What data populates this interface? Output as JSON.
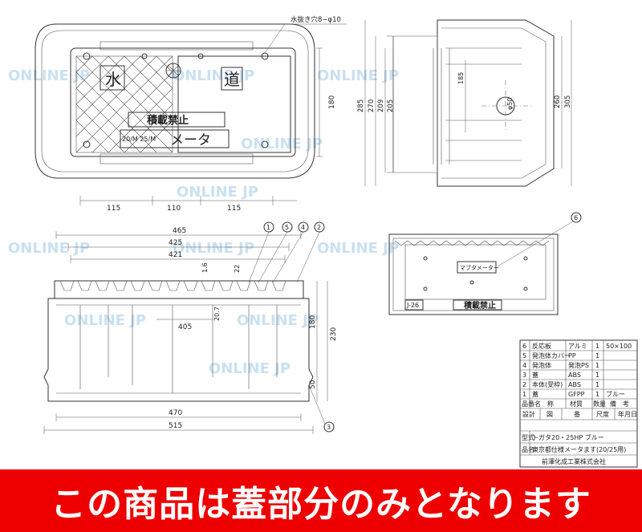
{
  "top_view": {
    "drain_hole_note": "水抜き穴8−φ10",
    "lid_chars": [
      "水",
      "道"
    ],
    "no_load_label": "積載禁止",
    "meter_label": "メータ",
    "size_label": "20/M 25/M",
    "dims_bottom": [
      "115",
      "110",
      "115"
    ],
    "dim_right": "180"
  },
  "side_view": {
    "dims_left": [
      "285",
      "270",
      "209",
      "205"
    ],
    "dims_right": [
      "260",
      "305"
    ],
    "dim_center": "185",
    "phi_label": "φ50"
  },
  "front_view": {
    "dims_top": [
      "465",
      "425",
      "421"
    ],
    "dims_inner": [
      "1.6",
      "22",
      "20.7",
      "405"
    ],
    "dims_right": [
      "180",
      "230",
      "50"
    ],
    "dims_bottom": [
      "470",
      "515"
    ],
    "callouts": [
      "1",
      "5",
      "4",
      "2",
      "3"
    ]
  },
  "bottom_view": {
    "callout": "6",
    "tag_label": "J-26",
    "no_load_label": "積載禁止",
    "center_label": "マブタメーター"
  },
  "parts_table": {
    "rows": [
      {
        "no": "6",
        "name": "反応板",
        "material": "アルミ",
        "qty": "1",
        "note": "50×100"
      },
      {
        "no": "5",
        "name": "発泡体カバー",
        "material": "PP",
        "qty": "1",
        "note": ""
      },
      {
        "no": "4",
        "name": "発泡体",
        "material": "発泡PS",
        "qty": "1",
        "note": ""
      },
      {
        "no": "3",
        "name": "蓋",
        "material": "ABS",
        "qty": "1",
        "note": ""
      },
      {
        "no": "2",
        "name": "本体(受枠)",
        "material": "ABS",
        "qty": "1",
        "note": ""
      },
      {
        "no": "1",
        "name": "蓋",
        "material": "GFPP",
        "qty": "1",
        "note": "ブルー"
      }
    ],
    "header": [
      "品番",
      "名　称",
      "材質",
      "数量",
      "備　考"
    ],
    "sub_header": [
      "設計",
      "図",
      "番",
      "尺度",
      "年月日"
    ],
    "model_label": "型式",
    "model_value": "トガタ20・25HP ブルー",
    "product_label": "品名",
    "product_value": "東京都仕様メータます(20/25用)",
    "company": "前澤化成工業株式会社"
  },
  "watermark": "ONLINE JP",
  "banner_text": "この商品は蓋部分のみとなります",
  "colors": {
    "banner": "#ee0000",
    "watermark": "#b9d6ee",
    "line": "#333333"
  }
}
